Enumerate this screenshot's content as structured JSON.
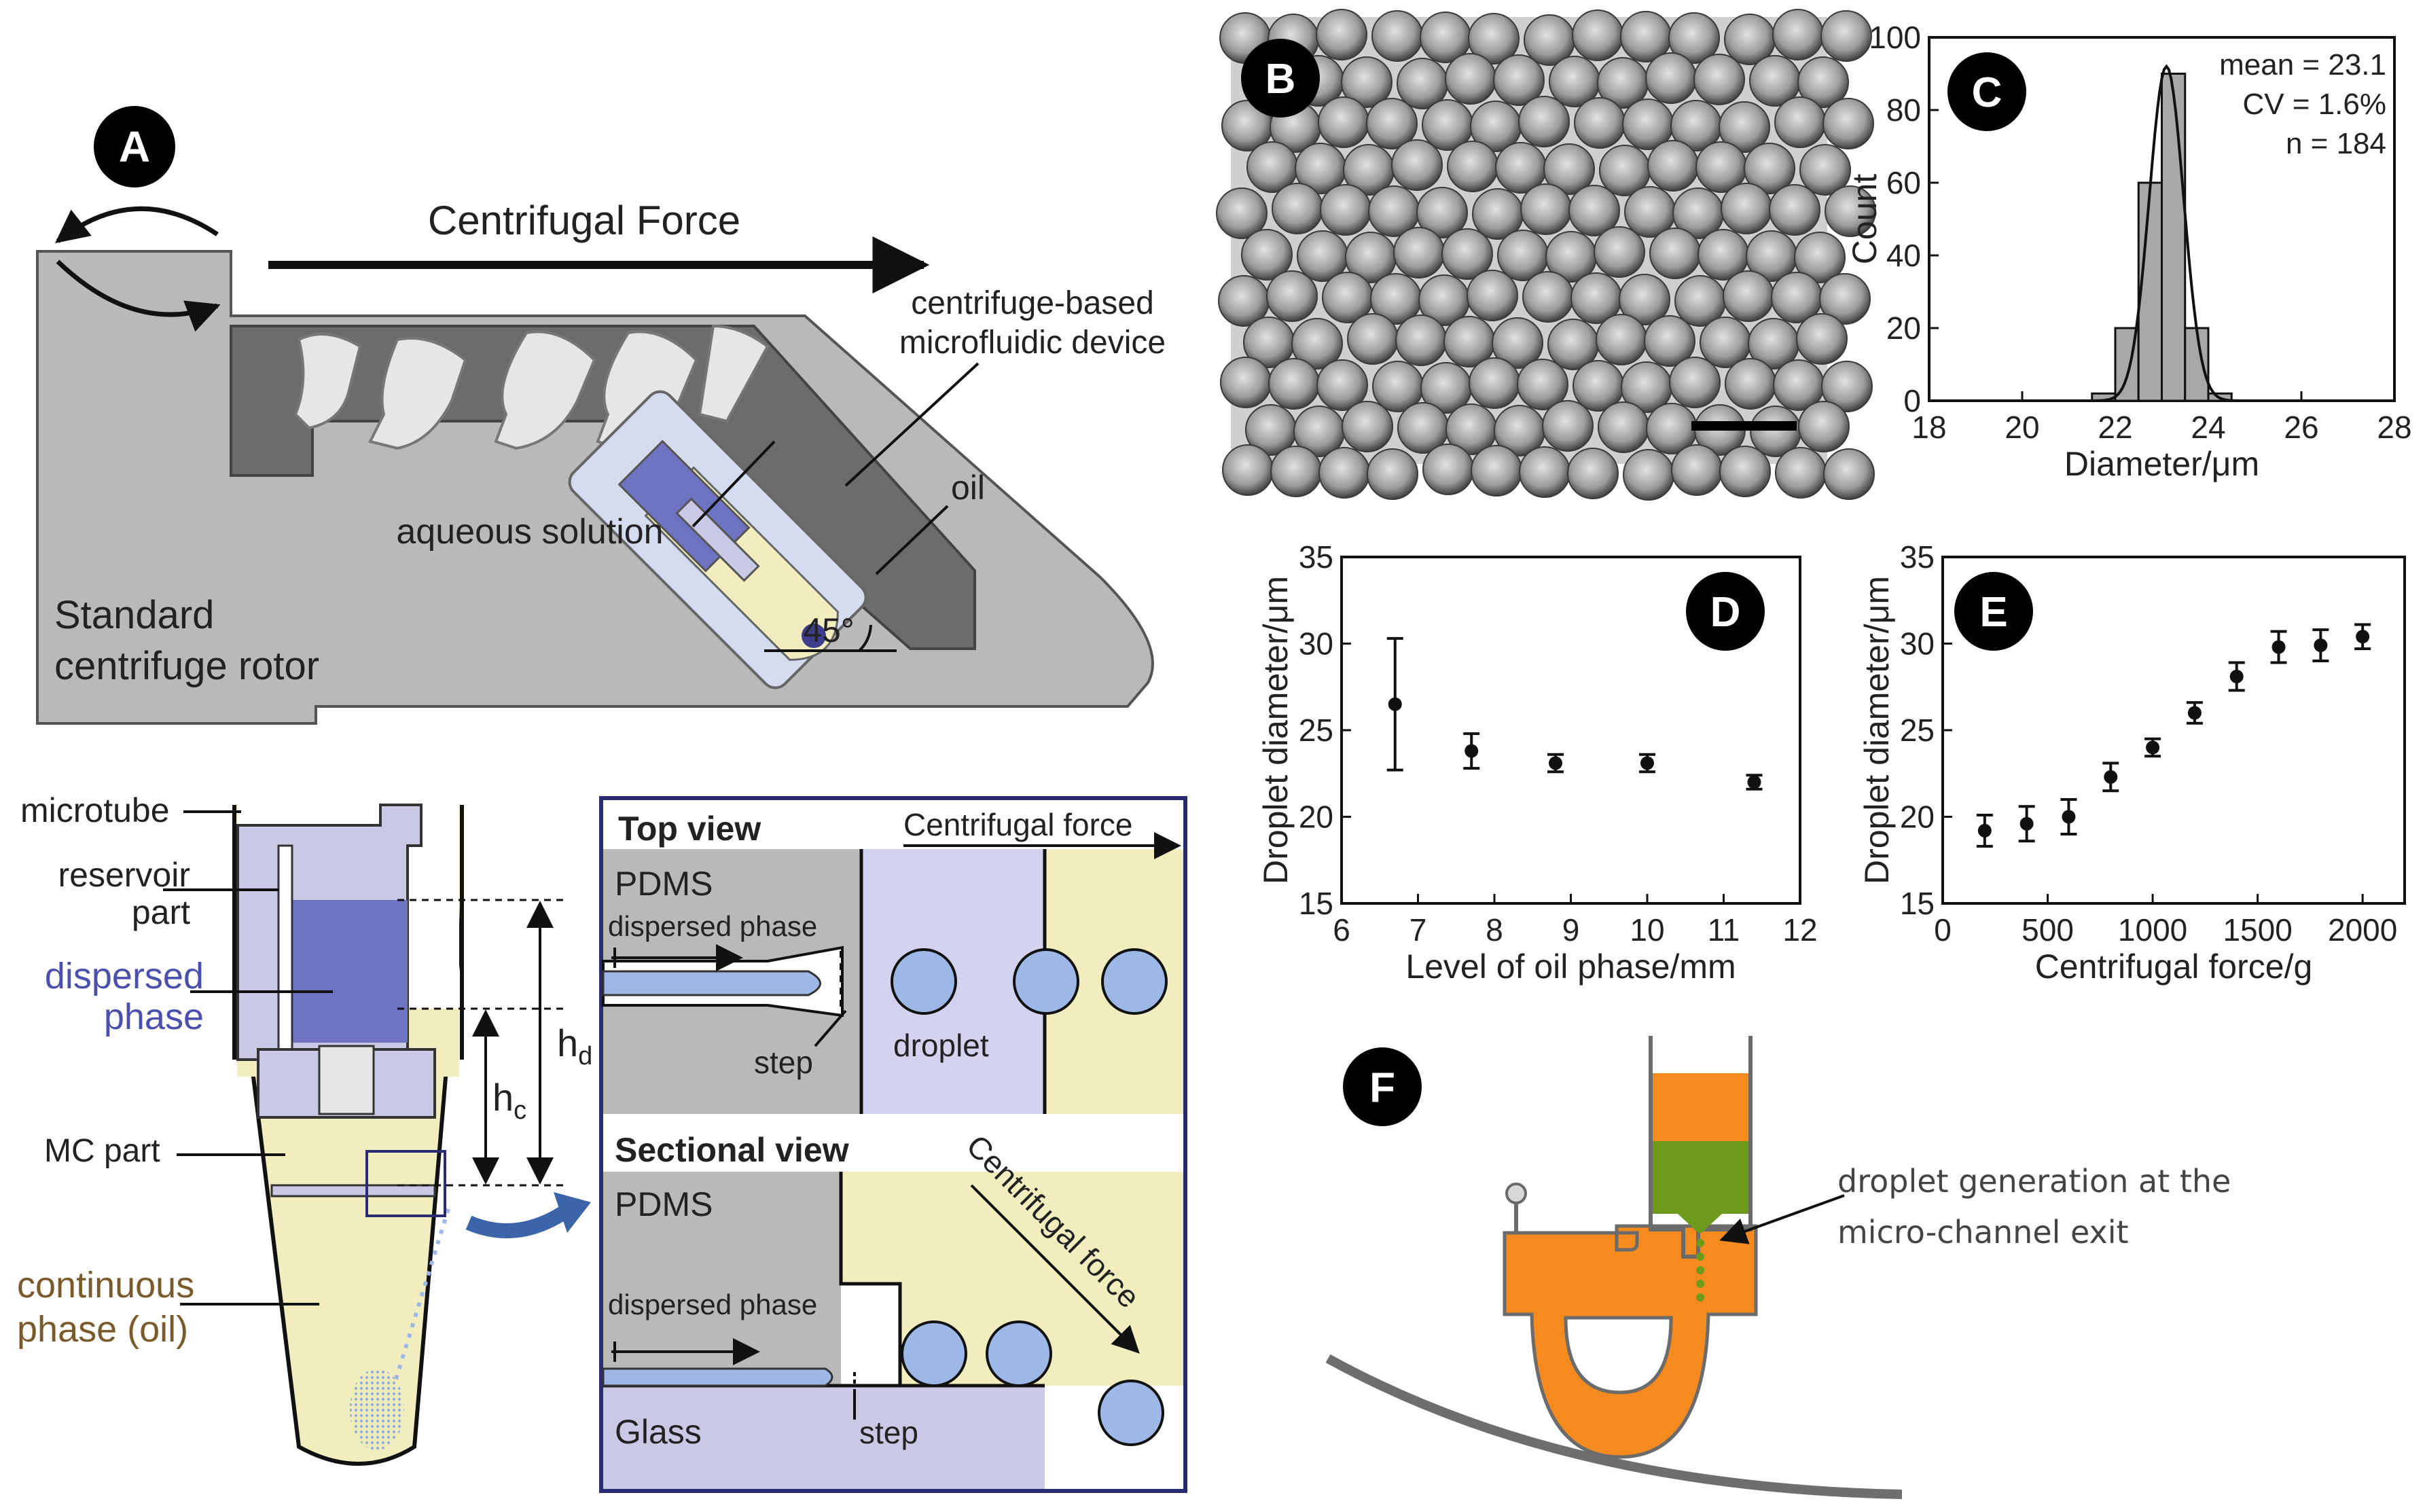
{
  "panels": {
    "A": {
      "badge": "A",
      "centrifugal_force": "Centrifugal Force",
      "device_line1": "centrifuge-based",
      "device_line2": "microfluidic device",
      "oil": "oil",
      "aqueous": "aqueous solution",
      "rotor_line1": "Standard",
      "rotor_line2": "centrifuge rotor",
      "angle": "45°"
    },
    "tube": {
      "microtube": "microtube",
      "reservoir1": "reservoir",
      "reservoir2": "part",
      "dispersed1": "dispersed",
      "dispersed2": "phase",
      "mc_part": "MC part",
      "continuous1": "continuous",
      "continuous2": "phase (oil)",
      "hd": "h",
      "hd_sub": "d",
      "hc": "h",
      "hc_sub": "c"
    },
    "inset": {
      "top_view": "Top view",
      "centrifugal_force_h": "Centrifugal force",
      "pdms1": "PDMS",
      "dispersed_phase1": "dispersed phase",
      "step1": "step",
      "droplet": "droplet",
      "sectional_view": "Sectional view",
      "centrifugal_force_d": "Centrifugal force",
      "pdms2": "PDMS",
      "dispersed_phase2": "dispersed phase",
      "glass": "Glass",
      "step2": "step"
    },
    "B": {
      "badge": "B"
    },
    "F": {
      "badge": "F",
      "caption1": "droplet generation at the",
      "caption2": "micro-channel exit"
    }
  },
  "chart_data": [
    {
      "id": "C",
      "badge": "C",
      "type": "bar",
      "xlabel": "Diameter/μm",
      "ylabel": "Count",
      "xlim": [
        18,
        28
      ],
      "ylim": [
        0,
        100
      ],
      "xticks": [
        18,
        20,
        22,
        24,
        26,
        28
      ],
      "yticks": [
        0,
        20,
        40,
        60,
        80,
        100
      ],
      "bin_edges": [
        21.5,
        22.0,
        22.5,
        23.0,
        23.5,
        24.0,
        24.5
      ],
      "values": [
        2,
        20,
        60,
        90,
        20,
        2
      ],
      "fit_curve": "gaussian",
      "fit_mean": 23.1,
      "fit_sd": 0.37,
      "annotations": [
        "mean = 23.1",
        "CV = 1.6%",
        "n = 184"
      ],
      "grid": false
    },
    {
      "id": "D",
      "badge": "D",
      "type": "scatter",
      "xlabel": "Level of oil phase/mm",
      "ylabel": "Droplet diameter/μm",
      "xlim": [
        6,
        12
      ],
      "ylim": [
        15,
        35
      ],
      "xticks": [
        6,
        7,
        8,
        9,
        10,
        11,
        12
      ],
      "yticks": [
        15,
        20,
        25,
        30,
        35
      ],
      "x": [
        6.7,
        7.7,
        8.8,
        10.0,
        11.4
      ],
      "y": [
        26.5,
        23.8,
        23.1,
        23.1,
        22.0
      ],
      "err": [
        3.8,
        1.0,
        0.5,
        0.5,
        0.4
      ],
      "grid": false
    },
    {
      "id": "E",
      "badge": "E",
      "type": "scatter",
      "xlabel": "Centrifugal force/g",
      "ylabel": "Droplet diameter/μm",
      "xlim": [
        0,
        2200
      ],
      "ylim": [
        15,
        35
      ],
      "xticks": [
        0,
        500,
        1000,
        1500,
        2000
      ],
      "yticks": [
        15,
        20,
        25,
        30,
        35
      ],
      "x": [
        200,
        400,
        600,
        800,
        1000,
        1200,
        1400,
        1600,
        1800,
        2000
      ],
      "y": [
        19.2,
        19.6,
        20.0,
        22.3,
        24.0,
        26.0,
        28.1,
        29.8,
        29.9,
        30.4
      ],
      "err": [
        0.9,
        1.0,
        1.0,
        0.8,
        0.5,
        0.6,
        0.8,
        0.9,
        0.9,
        0.7
      ],
      "grid": false
    }
  ],
  "colors": {
    "badge": "#000000",
    "rotor": "#b9b9b9",
    "rotor_dark": "#5a5a5a",
    "oil_fill": "#f2edbe",
    "dispersed": "#6f74c2",
    "tube_part": "#c9c9e6",
    "droplet": "#9db8e6",
    "inset_border": "#2b2b74",
    "orange": "#f58a1f",
    "green": "#6c9a1a",
    "text_dispersed": "#4b4fae",
    "text_continuous": "#7a5a2a"
  }
}
